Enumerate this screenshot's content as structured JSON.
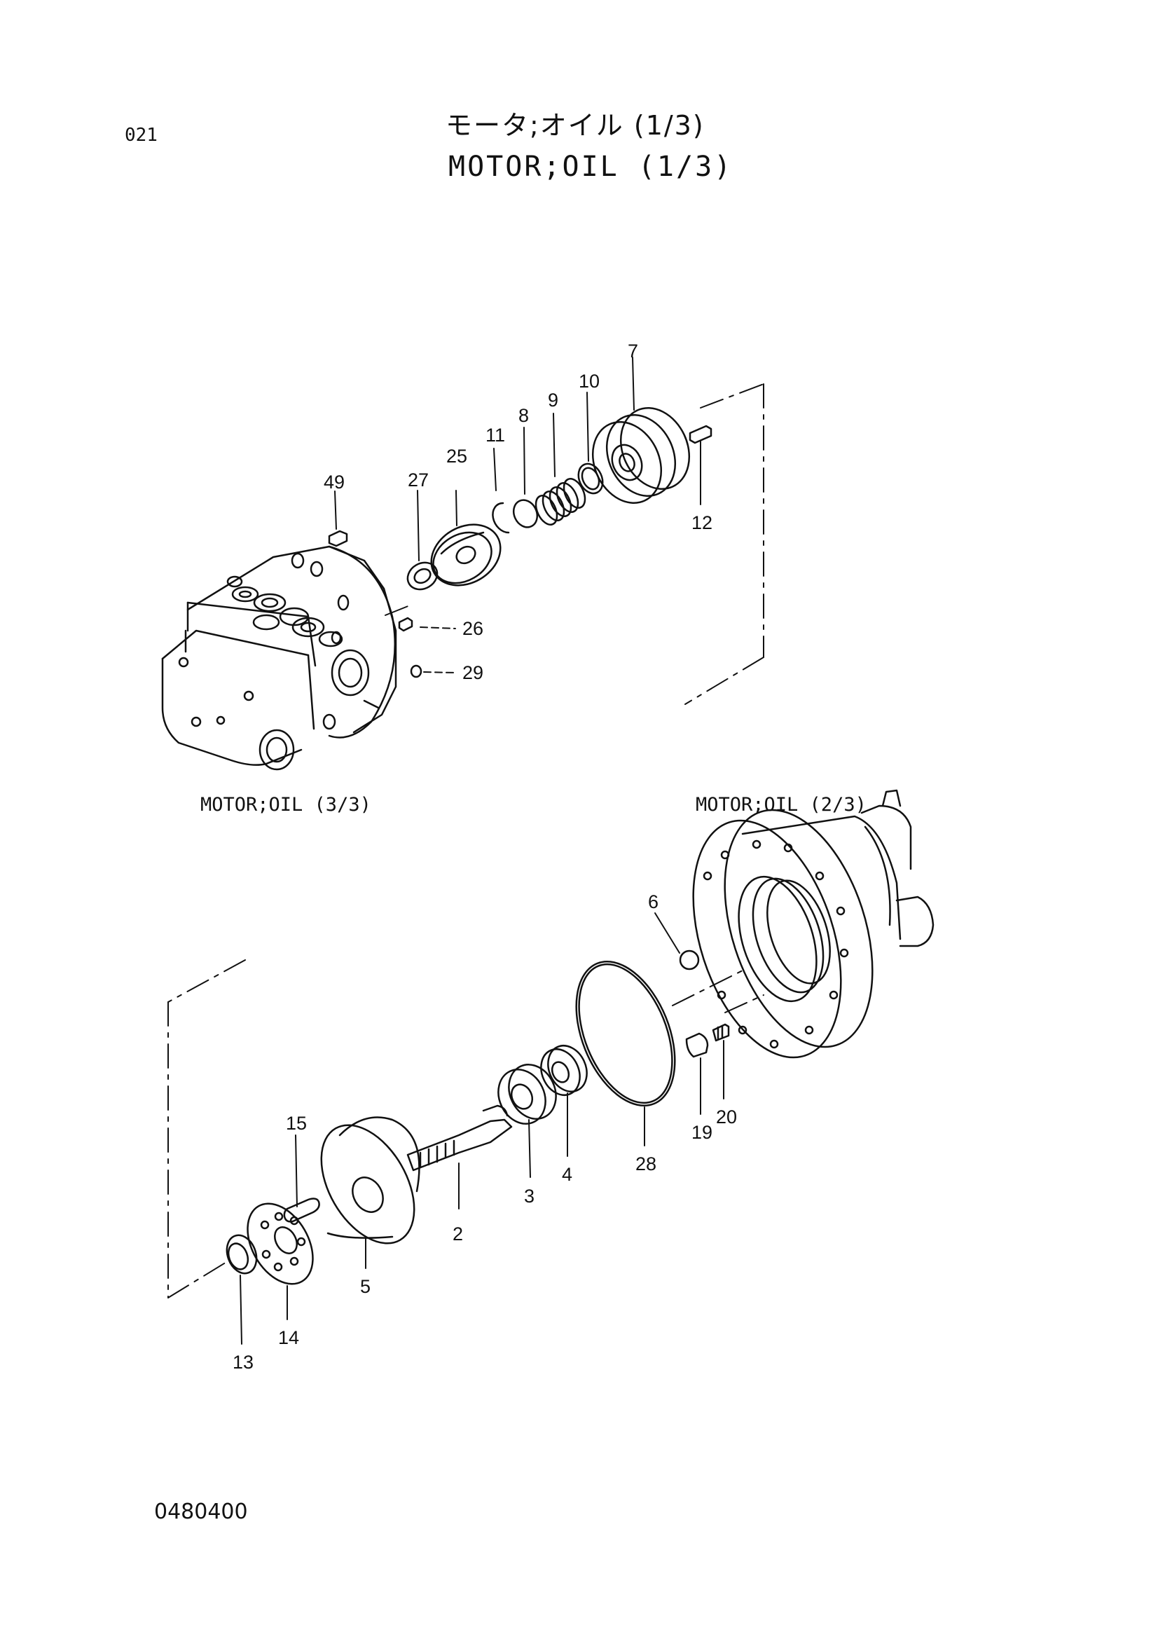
{
  "page_code": "021",
  "title_jp": "モータ;オイル (1/3)",
  "title_en": "MOTOR;OIL (1/3)",
  "subassembly_left": "MOTOR;OIL (3/3)",
  "subassembly_right": "MOTOR;OIL (2/3)",
  "document_number": "0480400",
  "parts": {
    "p2": "2",
    "p3": "3",
    "p4": "4",
    "p5": "5",
    "p6": "6",
    "p7": "7",
    "p8": "8",
    "p9": "9",
    "p10": "10",
    "p11": "11",
    "p12": "12",
    "p13": "13",
    "p14": "14",
    "p15": "15",
    "p19": "19",
    "p20": "20",
    "p25": "25",
    "p26": "26",
    "p27": "27",
    "p28": "28",
    "p29": "29",
    "p49": "49"
  }
}
